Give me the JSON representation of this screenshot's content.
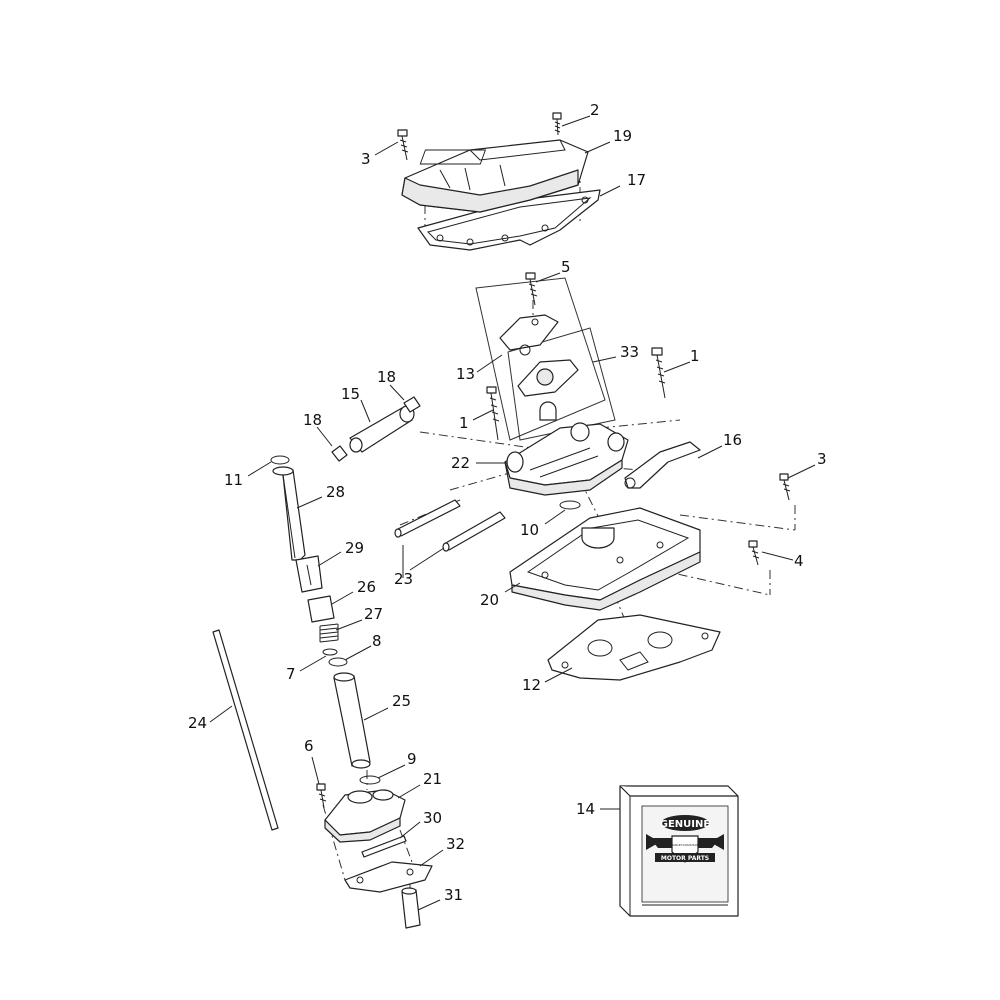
{
  "callouts": [
    {
      "num": "1",
      "name": "callout-1-right"
    },
    {
      "num": "1",
      "name": "callout-1-left"
    },
    {
      "num": "2",
      "name": "callout-2"
    },
    {
      "num": "3",
      "name": "callout-3-top"
    },
    {
      "num": "3",
      "name": "callout-3-right"
    },
    {
      "num": "4",
      "name": "callout-4"
    },
    {
      "num": "5",
      "name": "callout-5"
    },
    {
      "num": "6",
      "name": "callout-6"
    },
    {
      "num": "7",
      "name": "callout-7"
    },
    {
      "num": "8",
      "name": "callout-8"
    },
    {
      "num": "9",
      "name": "callout-9"
    },
    {
      "num": "10",
      "name": "callout-10"
    },
    {
      "num": "11",
      "name": "callout-11"
    },
    {
      "num": "12",
      "name": "callout-12"
    },
    {
      "num": "13",
      "name": "callout-13"
    },
    {
      "num": "14",
      "name": "callout-14"
    },
    {
      "num": "15",
      "name": "callout-15"
    },
    {
      "num": "16",
      "name": "callout-16"
    },
    {
      "num": "17",
      "name": "callout-17"
    },
    {
      "num": "18",
      "name": "callout-18-right"
    },
    {
      "num": "18",
      "name": "callout-18-left"
    },
    {
      "num": "19",
      "name": "callout-19"
    },
    {
      "num": "20",
      "name": "callout-20"
    },
    {
      "num": "21",
      "name": "callout-21"
    },
    {
      "num": "22",
      "name": "callout-22"
    },
    {
      "num": "23",
      "name": "callout-23"
    },
    {
      "num": "24",
      "name": "callout-24"
    },
    {
      "num": "25",
      "name": "callout-25"
    },
    {
      "num": "26",
      "name": "callout-26"
    },
    {
      "num": "27",
      "name": "callout-27"
    },
    {
      "num": "28",
      "name": "callout-28"
    },
    {
      "num": "29",
      "name": "callout-29"
    },
    {
      "num": "30",
      "name": "callout-30"
    },
    {
      "num": "31",
      "name": "callout-31"
    },
    {
      "num": "32",
      "name": "callout-32"
    },
    {
      "num": "33",
      "name": "callout-33"
    }
  ],
  "logo": {
    "top_word": "GENUINE",
    "brand": "HARLEY-DAVIDSON",
    "bottom_word": "MOTOR PARTS"
  }
}
